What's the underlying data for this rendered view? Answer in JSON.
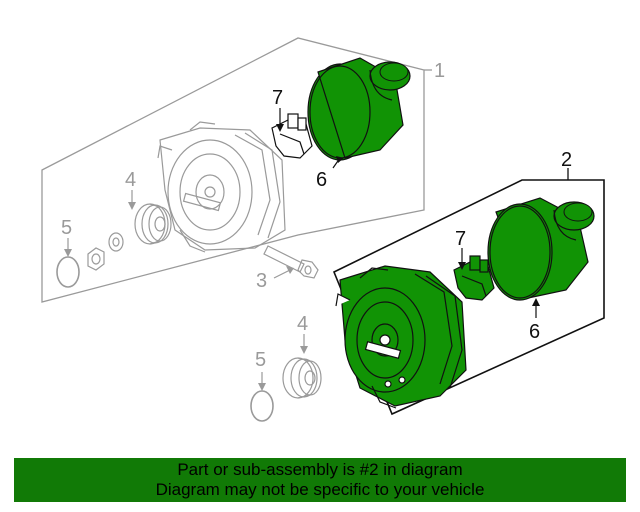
{
  "diagram": {
    "callouts": {
      "c1": "1",
      "c2": "2",
      "c3": "3",
      "c4_top": "4",
      "c4_bottom": "4",
      "c5_top": "5",
      "c5_bottom": "5",
      "c6_top": "6",
      "c6_bottom": "6",
      "c7_top": "7",
      "c7_bottom": "7"
    },
    "colors": {
      "highlight": "#119305",
      "outline_gray": "#9a9a9a",
      "outline_black": "#111111",
      "banner": "#117a06"
    }
  },
  "banner": {
    "line1": "Part or sub-assembly is #2 in diagram",
    "line2": "Diagram may not be specific to your vehicle"
  }
}
